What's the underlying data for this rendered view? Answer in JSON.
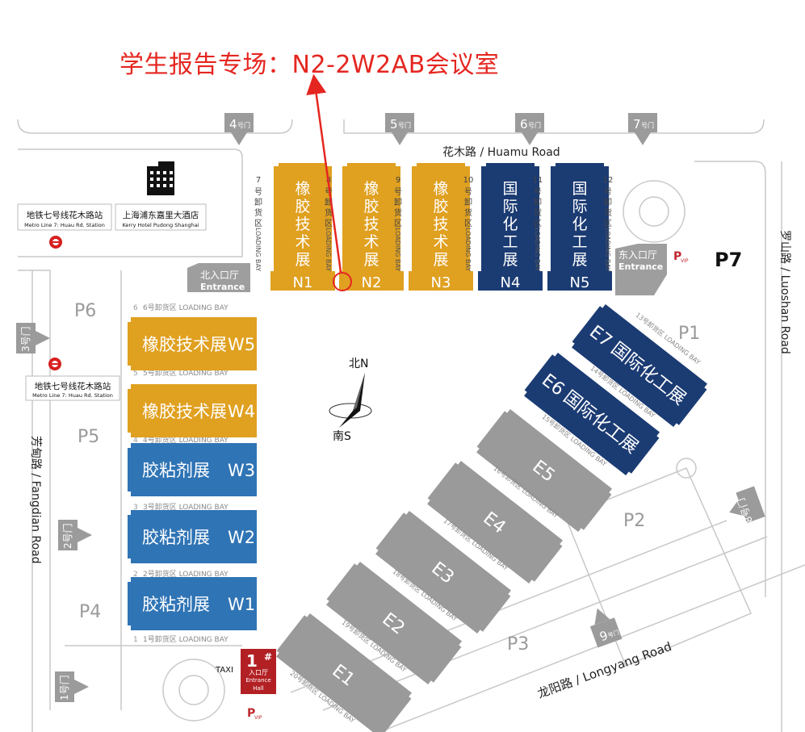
{
  "annotation": "学生报告专场：N2-2W2AB会议室",
  "roads": {
    "huamu": "花木路 / Huamu Road",
    "luoshan": "罗山路 / Luoshan Road",
    "fangdian": "芳甸路 / Fangdian Road",
    "longyang": "龙阳路 / Longyang Road"
  },
  "gates": {
    "g1": {
      "num": "1",
      "suffix": "号门"
    },
    "g2": {
      "num": "2",
      "suffix": "号门"
    },
    "g3": {
      "num": "3",
      "suffix": "号门"
    },
    "g4": {
      "num": "4",
      "suffix": "号门"
    },
    "g5": {
      "num": "5",
      "suffix": "号门"
    },
    "g6": {
      "num": "6",
      "suffix": "号门"
    },
    "g7": {
      "num": "7",
      "suffix": "号门"
    },
    "g8": {
      "num": "8",
      "suffix": "号门"
    },
    "g9": {
      "num": "9",
      "suffix": "号门"
    }
  },
  "parking": {
    "p1": "P1",
    "p2": "P2",
    "p3": "P3",
    "p4": "P4",
    "p5": "P5",
    "p6": "P6",
    "p7": "P7"
  },
  "metro": {
    "cn": "地铁七号线花木路站",
    "en": "Metro Line 7: Huau Rd. Station"
  },
  "hotel": {
    "cn": "上海浦东嘉里大酒店",
    "en": "Kerry Hotel Pudong Shanghai"
  },
  "entrances": {
    "north": {
      "cn": "北入口厅",
      "en": "Entrance"
    },
    "east": {
      "cn": "东入口厅",
      "en": "Entrance"
    },
    "hall1": {
      "num": "1",
      "mark": "#",
      "cn": "入口厅",
      "en1": "Entrance",
      "en2": "Hall"
    },
    "taxi": "TAXI",
    "vip_p": "P",
    "vip": "VIP"
  },
  "north_halls": [
    {
      "id": "N1",
      "exhibit": "橡胶技术展",
      "color": "#e0a020"
    },
    {
      "id": "N2",
      "exhibit": "橡胶技术展",
      "color": "#e0a020"
    },
    {
      "id": "N3",
      "exhibit": "橡胶技术展",
      "color": "#e0a020"
    },
    {
      "id": "N4",
      "exhibit": "国际化工展",
      "color": "#1b3b73"
    },
    {
      "id": "N5",
      "exhibit": "国际化工展",
      "color": "#1b3b73"
    }
  ],
  "north_bays": [
    {
      "num": "7",
      "cn": "号卸货区",
      "en": "LOADING BAY"
    },
    {
      "num": "8",
      "cn": "号卸货区",
      "en": "LOADING BAY"
    },
    {
      "num": "9",
      "cn": "号卸货区",
      "en": "LOADING BAY"
    },
    {
      "num": "10",
      "cn": "号卸货区",
      "en": "LOADING BAY"
    },
    {
      "num": "11",
      "cn": "号卸货区",
      "en": "LOADING BAY"
    },
    {
      "num": "12",
      "cn": "号卸货区",
      "en": "LOADING BAY"
    }
  ],
  "west_halls": [
    {
      "id": "W5",
      "exhibit": "橡胶技术展",
      "color": "#e0a020"
    },
    {
      "id": "W4",
      "exhibit": "橡胶技术展",
      "color": "#e0a020"
    },
    {
      "id": "W3",
      "exhibit": "胶粘剂展",
      "color": "#2f74b5"
    },
    {
      "id": "W2",
      "exhibit": "胶粘剂展",
      "color": "#2f74b5"
    },
    {
      "id": "W1",
      "exhibit": "胶粘剂展",
      "color": "#2f74b5"
    }
  ],
  "west_bays": [
    {
      "num": "6",
      "text": "号卸货区 LOADING BAY"
    },
    {
      "num": "5",
      "text": "号卸货区 LOADING BAY"
    },
    {
      "num": "4",
      "text": "号卸货区 LOADING BAY"
    },
    {
      "num": "3",
      "text": "号卸货区 LOADING BAY"
    },
    {
      "num": "2",
      "text": "号卸货区 LOADING BAY"
    },
    {
      "num": "1",
      "text": "号卸货区 LOADING BAY"
    }
  ],
  "east_halls": [
    {
      "id": "E7",
      "exhibit": "国际化工展",
      "color": "#1b3b73"
    },
    {
      "id": "E6",
      "exhibit": "国际化工展",
      "color": "#1b3b73"
    },
    {
      "id": "E5",
      "exhibit": "",
      "color": "#9a9a9a"
    },
    {
      "id": "E4",
      "exhibit": "",
      "color": "#9a9a9a"
    },
    {
      "id": "E3",
      "exhibit": "",
      "color": "#9a9a9a"
    },
    {
      "id": "E2",
      "exhibit": "",
      "color": "#9a9a9a"
    },
    {
      "id": "E1",
      "exhibit": "",
      "color": "#9a9a9a"
    }
  ],
  "east_bays": [
    {
      "num": "13",
      "text": "号卸货区 LOADING BAY"
    },
    {
      "num": "14",
      "text": "号卸货区 LOADING BAY"
    },
    {
      "num": "15",
      "text": "号卸货区 LOADING BAY"
    },
    {
      "num": "16",
      "text": "号卸货区 LOADING BAY"
    },
    {
      "num": "17",
      "text": "号卸货区 LOADING BAY"
    },
    {
      "num": "18",
      "text": "号卸货区 LOADING BAY"
    },
    {
      "num": "19",
      "text": "号卸货区 LOADING BAY"
    },
    {
      "num": "20",
      "text": "号卸货区 LOADING BAY"
    }
  ],
  "compass": {
    "north": "北N",
    "south": "南S"
  },
  "colors": {
    "rubber": "#e0a020",
    "chemical": "#1b3b73",
    "adhesive": "#2f74b5",
    "other_hall": "#9a9a9a",
    "gate": "#9b9b9b",
    "highlight": "#e52620",
    "entrance_hall": "#b22024",
    "road_line": "#c8c8c8"
  }
}
